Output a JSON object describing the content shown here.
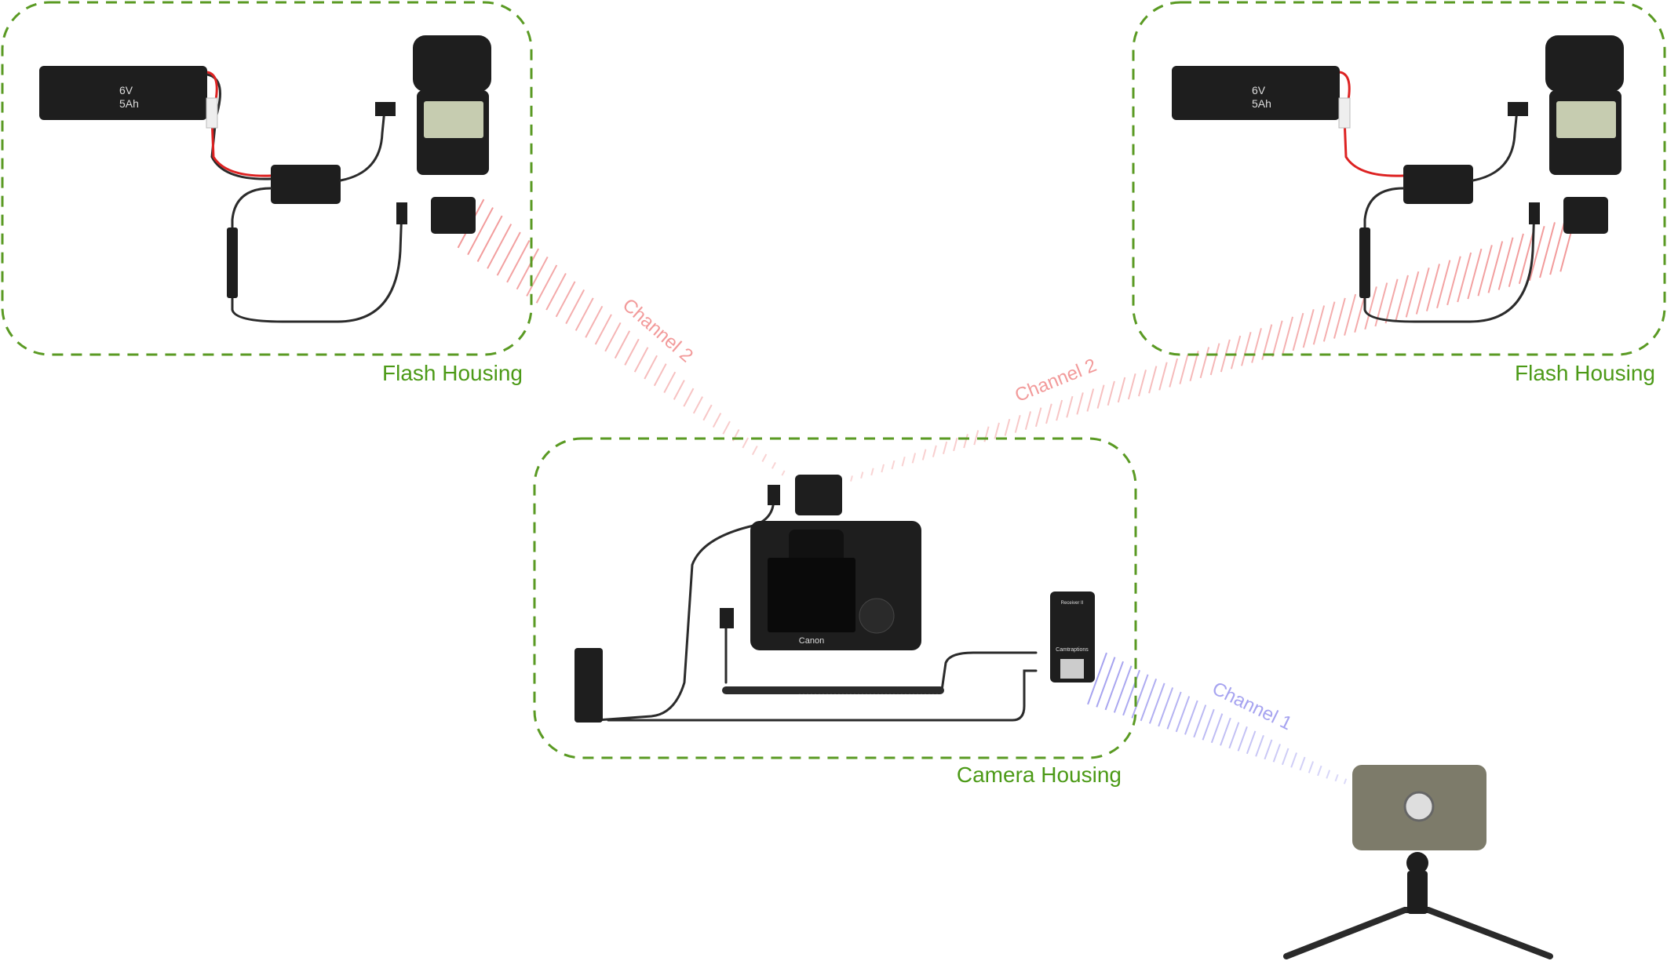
{
  "colors": {
    "housing_border": "#5a9a23",
    "housing_label": "#4c9a17",
    "channel_2": "#f29a9a",
    "channel_1": "#a6a3f0",
    "device": "#1e1e1e",
    "sensor": "#7d7b6a"
  },
  "housings": [
    {
      "label": "Flash Housing",
      "battery": {
        "voltage": "6V",
        "capacity": "5Ah"
      }
    },
    {
      "label": "Flash Housing",
      "battery": {
        "voltage": "6V",
        "capacity": "5Ah"
      }
    },
    {
      "label": "Camera Housing",
      "camera_brand": "Canon",
      "receiver": {
        "model": "Receiver II",
        "brand": "Camtraptions"
      }
    }
  ],
  "channels": [
    {
      "label": "Channel 2",
      "from": "camera-trigger",
      "to": "flash-housing-left"
    },
    {
      "label": "Channel 2",
      "from": "camera-trigger",
      "to": "flash-housing-right"
    },
    {
      "label": "Channel 1",
      "from": "motion-sensor",
      "to": "camera-receiver"
    }
  ]
}
